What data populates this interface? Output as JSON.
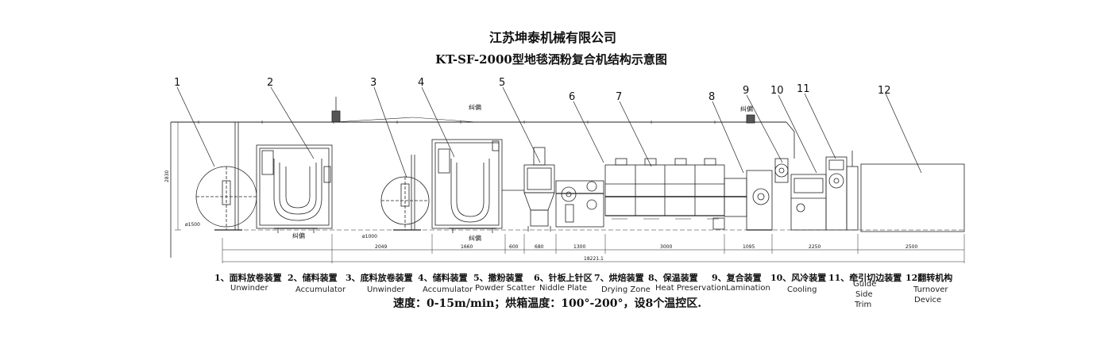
{
  "header": {
    "company": "江苏坤泰机械有限公司",
    "model_title": "KT-SF-2000型地毯洒粉复合机结构示意图"
  },
  "callouts": [
    "1",
    "2",
    "3",
    "4",
    "5",
    "6",
    "7",
    "8",
    "9",
    "10",
    "11",
    "12"
  ],
  "annotations": {
    "corrector_1": "纠偏",
    "corrector_2": "纠偏",
    "corrector_3": "纠偏",
    "corrector_4": "纠偏",
    "roll_dia_1": "ø1500",
    "roll_dia_2": "ø1000",
    "height": "2830"
  },
  "dimensions": {
    "d1": "2049",
    "d2": "1660",
    "d3": "600",
    "d4": "680",
    "d5": "1300",
    "d6": "3000",
    "d7": "1095",
    "d8": "2250",
    "d9": "2500",
    "total": "18221.1"
  },
  "components": [
    {
      "cn": "1、面料放卷装置",
      "en": "Unwinder"
    },
    {
      "cn": "2、储料装置",
      "en": "Accumulator"
    },
    {
      "cn": "3、底料放卷装置",
      "en": "Unwinder"
    },
    {
      "cn": "4、储料装置",
      "en": "Accumulator"
    },
    {
      "cn": "5、撒粉装置",
      "en": "Powder Scatter"
    },
    {
      "cn": "6、针板上针区",
      "en": "Niddle Plate"
    },
    {
      "cn": "7、烘焙装置",
      "en": "Drying Zone"
    },
    {
      "cn": "8、保温装置",
      "en": "Heat Preservation"
    },
    {
      "cn": "9、复合装置",
      "en": "Lamination"
    },
    {
      "cn": "10、风冷装置",
      "en": "Cooling"
    },
    {
      "cn": "11、牵引切边装置",
      "en_lines": [
        "Guide",
        "Side",
        "Trim"
      ]
    },
    {
      "cn": "12翻转机构",
      "en_lines": [
        "Turnover",
        "Device"
      ]
    }
  ],
  "spec": "速度：0-15m/min；烘箱温度：100°-200°，设8个温控区."
}
